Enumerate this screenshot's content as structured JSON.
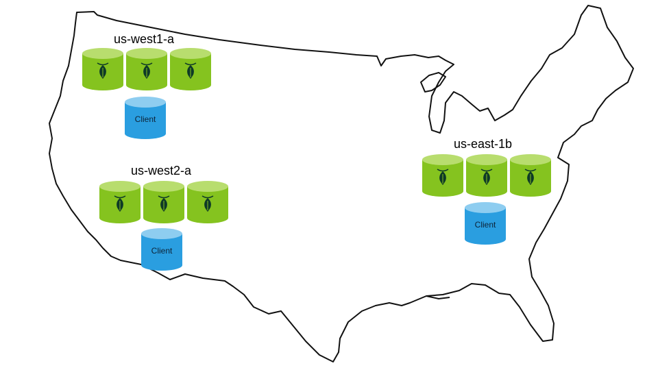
{
  "colors": {
    "db_top": "#b8dd6e",
    "db_body": "#85c31f",
    "db_logo": "#0e3a27",
    "client_top": "#8ecdf0",
    "client_body": "#2a9ee0",
    "map_stroke": "#111111"
  },
  "icons": {
    "database": "cockroach-database-icon",
    "client": "client-cylinder-icon"
  },
  "regions": [
    {
      "label": "us-west1-a",
      "db_nodes": 3,
      "client_label": "Client"
    },
    {
      "label": "us-west2-a",
      "db_nodes": 3,
      "client_label": "Client"
    },
    {
      "label": "us-east-1b",
      "db_nodes": 3,
      "client_label": "Client"
    }
  ]
}
